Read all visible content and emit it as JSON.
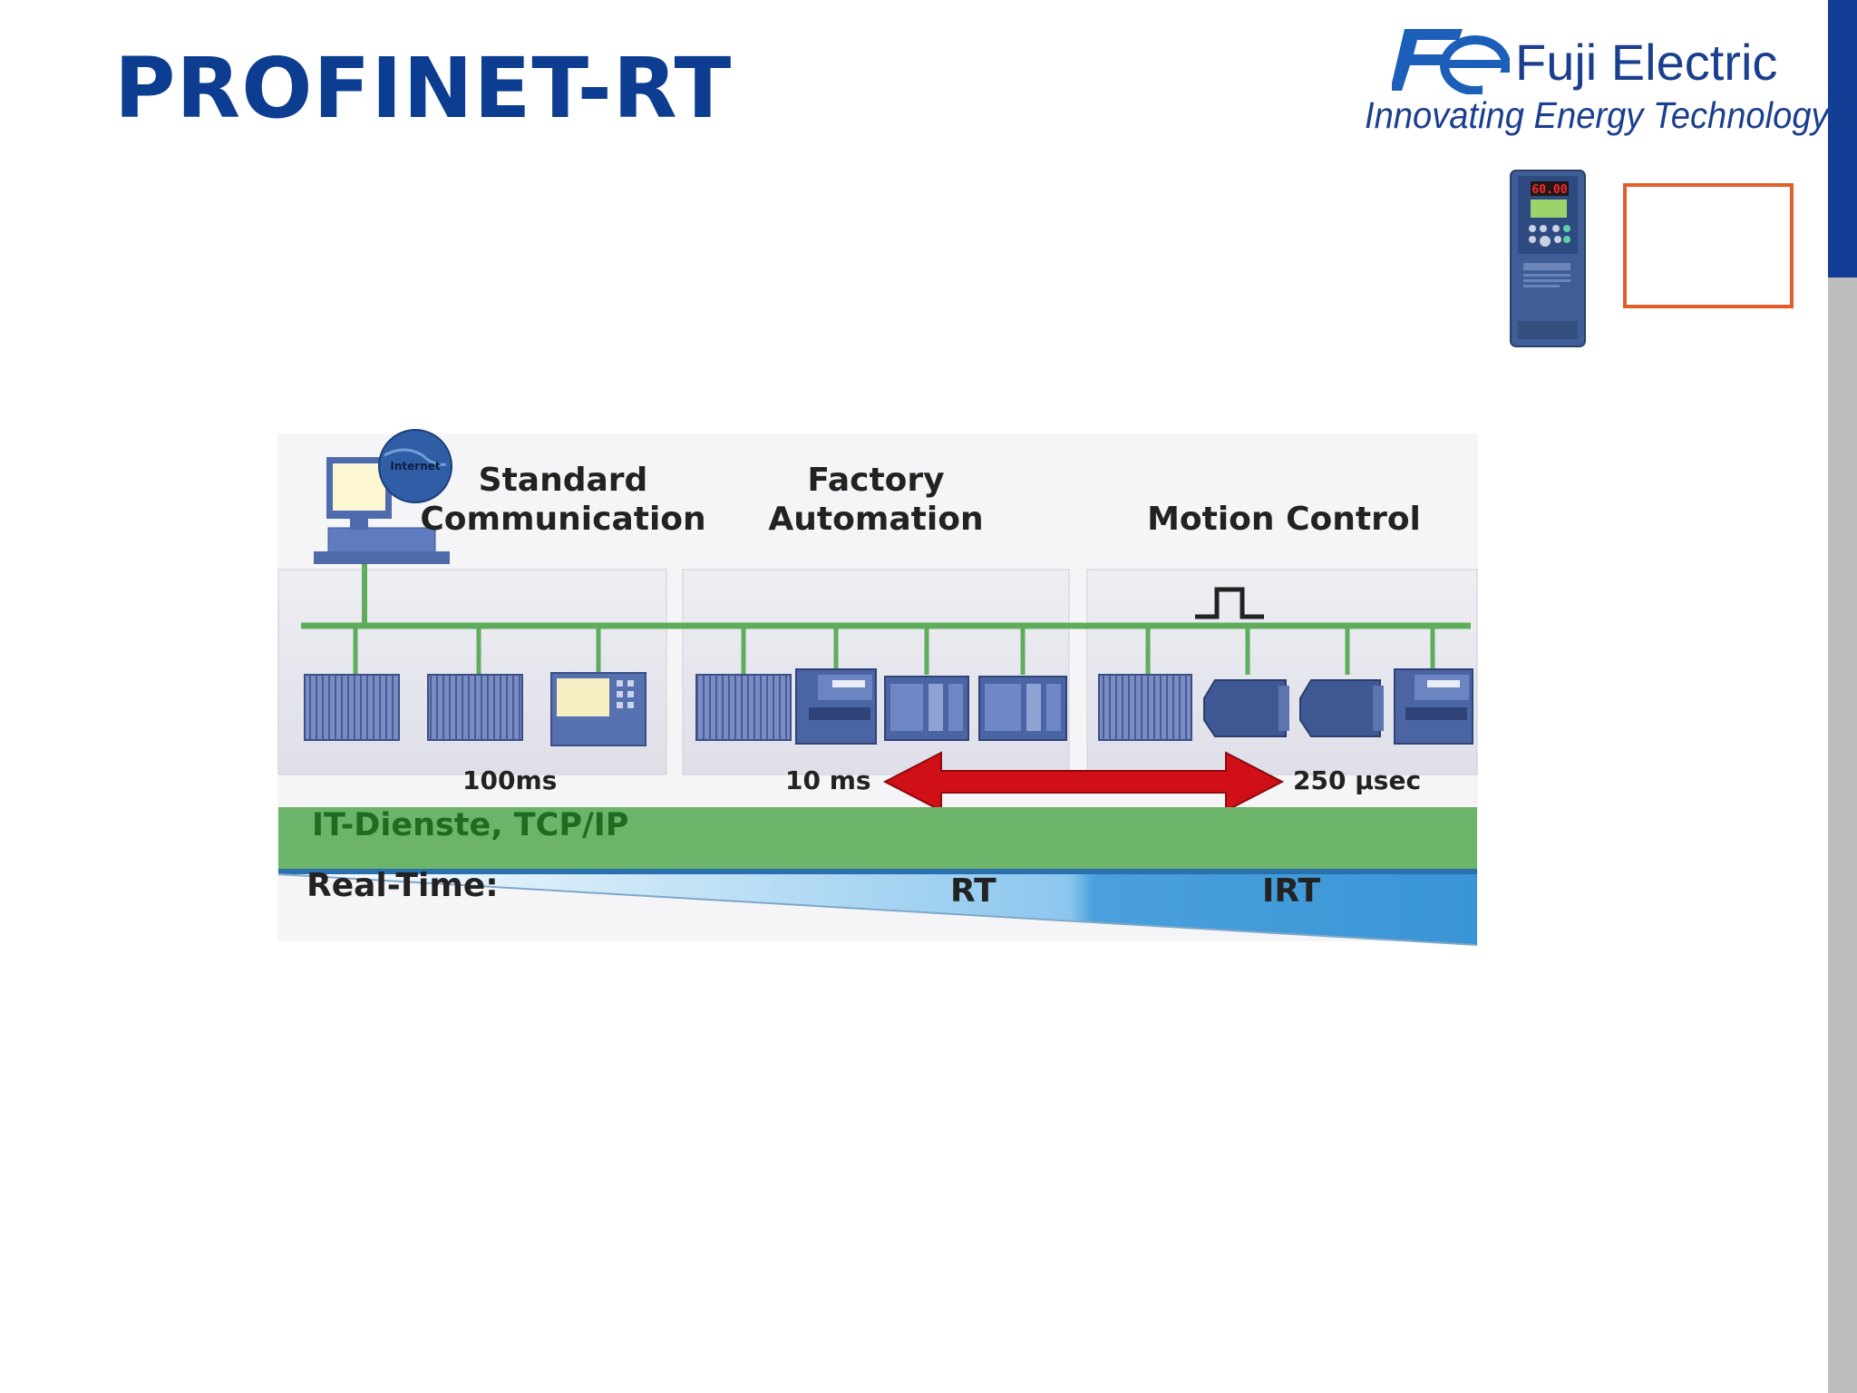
{
  "slide": {
    "title": "PROFINET-RT"
  },
  "logo": {
    "brand": "Fuji Electric",
    "tagline": "Innovating Energy Technology"
  },
  "diagram": {
    "sections": [
      {
        "label_line1": "Standard",
        "label_line2": "Communication",
        "time": "100ms"
      },
      {
        "label_line1": "Factory",
        "label_line2": "Automation",
        "time": "10 ms"
      },
      {
        "label_line1": "Motion Control",
        "label_line2": "",
        "time": "250 µsec"
      }
    ],
    "it_band": "IT-Dienste, TCP/IP",
    "realtime_label": "Real-Time:",
    "rt_label": "RT",
    "irt_label": "IRT",
    "internet_label": "Internet"
  },
  "colors": {
    "title": "#0d3d91",
    "bus": "#5fad5c",
    "it_band": "#6cb469",
    "arrow": "#d10f16",
    "device": "#5f74b0",
    "rt_wedge": "#8ec8ee",
    "irt_wedge": "#3d9ad8",
    "orange_box": "#e35d2a"
  }
}
